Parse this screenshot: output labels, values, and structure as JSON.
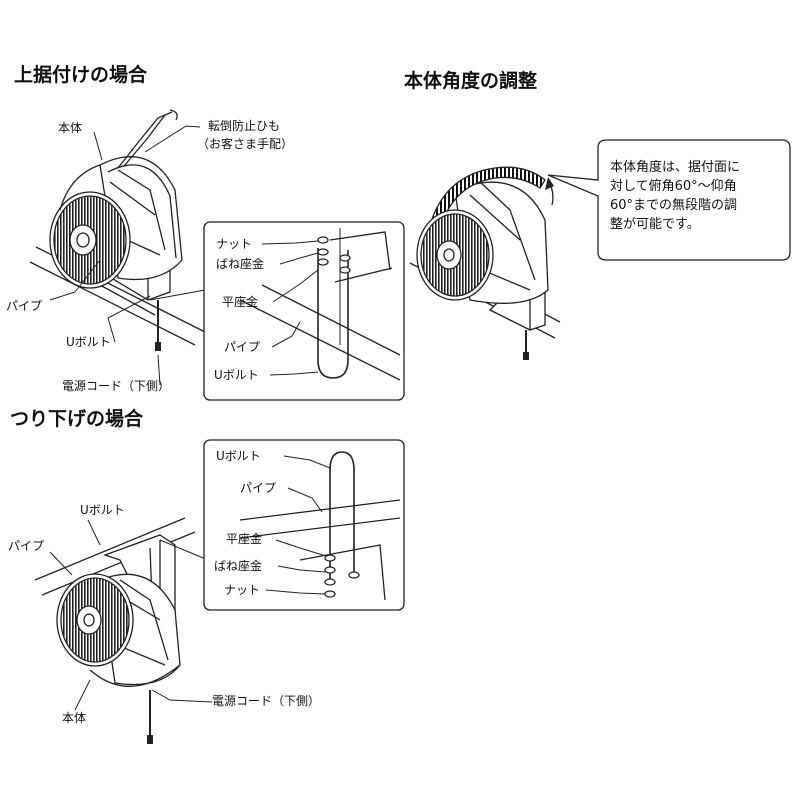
{
  "top_mount": {
    "heading": "上据付けの場合",
    "label_body": "本体",
    "label_strap_line1": "転倒防止ひも",
    "label_strap_line2": "（お客さま手配）",
    "label_pipe": "パイプ",
    "label_ubolt": "Uボルト",
    "label_cord": "電源コード（下側）",
    "detail": {
      "nut": "ナット",
      "spring_washer": "ばね座金",
      "flat_washer": "平座金",
      "pipe": "パイプ",
      "ubolt": "Uボルト"
    }
  },
  "angle_adjust": {
    "heading": "本体角度の調整",
    "note_line1": "本体角度は、据付面に",
    "note_line2": "対して俯角60°～仰角",
    "note_line3": "60°までの無段階の調",
    "note_line4": "整が可能です。"
  },
  "hang_mount": {
    "heading": "つり下げの場合",
    "label_ubolt": "Uボルト",
    "label_pipe": "パイプ",
    "label_body": "本体",
    "label_cord": "電源コード（下側）",
    "detail": {
      "ubolt": "Uボルト",
      "pipe": "パイプ",
      "flat_washer": "平座金",
      "spring_washer": "ばね座金",
      "nut": "ナット"
    }
  }
}
